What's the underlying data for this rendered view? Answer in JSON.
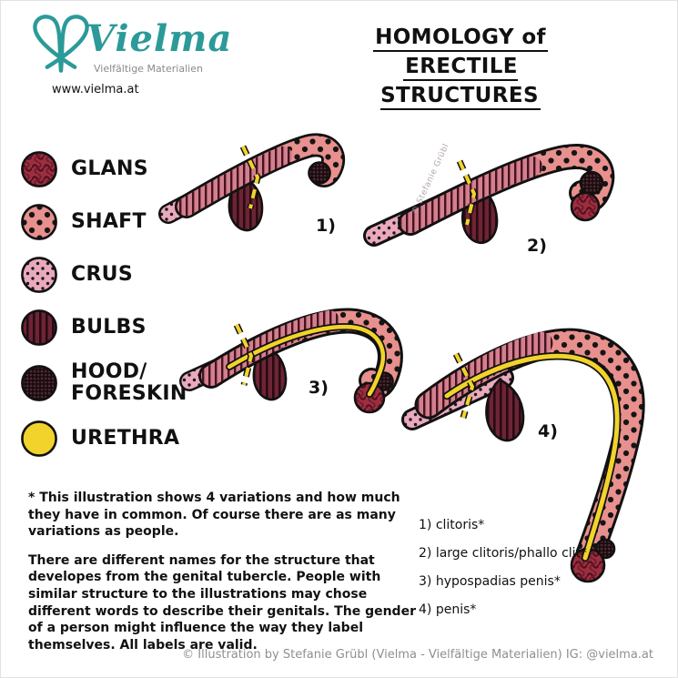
{
  "brand": {
    "name": "Vielma",
    "tagline": "Vielfältige Materialien",
    "website": "www.vielma.at",
    "logo_icon": "interlocked-ribbon-heart",
    "accent_color": "#2b9a99"
  },
  "title": {
    "line1": "HOMOLOGY of",
    "line2": "ERECTILE STRUCTURES"
  },
  "legend": {
    "items": [
      {
        "label": "GLANS",
        "pattern": "red-yarn-weave",
        "color": "#9c2f3f"
      },
      {
        "label": "SHAFT",
        "pattern": "salmon-large-black-dots",
        "color": "#e8908e"
      },
      {
        "label": "CRUS",
        "pattern": "pink-small-black-dots",
        "color": "#eba9bd"
      },
      {
        "label": "BULBS",
        "pattern": "dark-vertical-stripes",
        "color": "#6d2434"
      },
      {
        "label": "HOOD/\nFORESKIN",
        "pattern": "dark-crosshatch-grid",
        "color": "#4c2b31"
      },
      {
        "label": "URETHRA",
        "pattern": "solid-yellow",
        "color": "#f2d32b"
      }
    ]
  },
  "figures": [
    {
      "number": "1)"
    },
    {
      "number": "2)"
    },
    {
      "number": "3)"
    },
    {
      "number": "4)"
    }
  ],
  "watermark": "© Stefanie Grübl",
  "notes": {
    "para1": "* This illustration shows 4 variations and how much they have in common. Of course there are as many variations as people.",
    "para2": "There are different names for the structure that developes from the genital tubercle. People with similar structure to the illustrations may chose different words to describe their genitals. The gender of a person might influence the way they label themselves. All labels are valid."
  },
  "variant_labels": [
    "1) clitoris*",
    "2) large clitoris/phallo clit*",
    "3) hypospadias penis*",
    "4) penis*"
  ],
  "footer": {
    "credit": "© Illustration by Stefanie Grübl (Vielma - Vielfältige Materialien) IG: @vielma.at"
  }
}
